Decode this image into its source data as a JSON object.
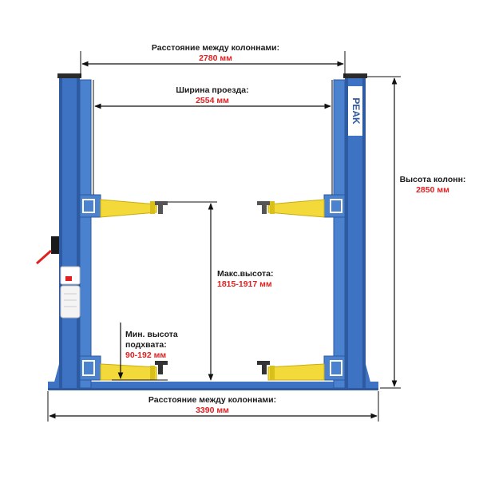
{
  "brand": {
    "logo_text": "PEAK"
  },
  "colors": {
    "column": "#3d73c2",
    "column_dark": "#2d5aa0",
    "arm": "#f3d93a",
    "arm_edge": "#c9ad10",
    "dimension": "#111111",
    "value": "#e02020"
  },
  "dimensions": {
    "column_distance_top": {
      "label": "Расстояние между колоннами:",
      "value": "2780 мм"
    },
    "drive_width": {
      "label": "Ширина проезда:",
      "value": "2554 мм"
    },
    "column_height": {
      "label": "Высота колонн:",
      "value": "2850 мм"
    },
    "max_height": {
      "label": "Макс.высота:",
      "value": "1815-1917 мм"
    },
    "min_pickup_height": {
      "label_line1": "Мин. высота",
      "label_line2": "подхвата:",
      "value": "90-192 мм"
    },
    "column_distance_bottom": {
      "label": "Расстояние между колоннами:",
      "value": "3390 мм"
    }
  }
}
